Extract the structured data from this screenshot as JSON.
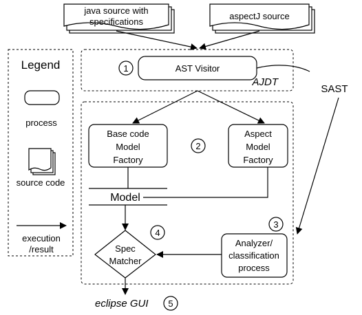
{
  "sources": {
    "java": [
      "java source with",
      "specifications"
    ],
    "aspectj": "aspectJ source"
  },
  "legend": {
    "title": "Legend",
    "process": "process",
    "source_code": "source code",
    "execution": [
      "execution",
      "/result"
    ]
  },
  "nodes": {
    "ast_visitor": "AST Visitor",
    "base_factory": [
      "Base code",
      "Model",
      "Factory"
    ],
    "aspect_factory": [
      "Aspect",
      "Model",
      "Factory"
    ],
    "model": "Model",
    "spec_matcher": [
      "Spec",
      "Matcher"
    ],
    "analyzer": [
      "Analyzer/",
      "classification",
      "process"
    ]
  },
  "labels": {
    "ajdt": "AJDT",
    "sast": "SAST",
    "eclipse_gui": "eclipse GUI"
  },
  "markers": {
    "m1": "1",
    "m2": "2",
    "m3": "3",
    "m4": "4",
    "m5": "5"
  }
}
